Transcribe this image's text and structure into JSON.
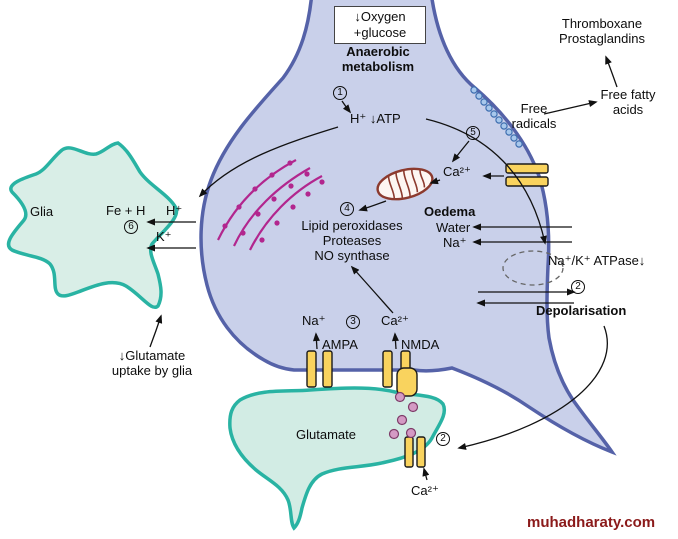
{
  "labels": {
    "oxygen_line1": "↓Oxygen",
    "oxygen_line2": "+glucose",
    "anaerobic_line1": "Anaerobic",
    "anaerobic_line2": "metabolism",
    "h_atp": "H⁺ ↓ATP",
    "thromboxane_line1": "Thromboxane",
    "thromboxane_line2": "Prostaglandins",
    "free_fatty_line1": "Free fatty",
    "free_fatty_line2": "acids",
    "free_radicals_line1": "Free",
    "free_radicals_line2": "radicals",
    "ca_mito": "Ca²⁺",
    "oedema": "Oedema",
    "water": "Water",
    "na_oedema": "Na⁺",
    "atpase": "Na⁺/K⁺ ATPase↓",
    "depolarisation": "Depolarisation",
    "enzymes_line1": "Lipid peroxidases",
    "enzymes_line2": "Proteases",
    "enzymes_line3": "NO synthase",
    "glia": "Glia",
    "fe_h": "Fe + H",
    "h_ion": "H⁺",
    "k_ion": "K⁺",
    "na_receptor": "Na⁺",
    "ca_receptor": "Ca²⁺",
    "ampa": "AMPA",
    "nmda": "NMDA",
    "glutamate_uptake_line1": "↓Glutamate",
    "glutamate_uptake_line2": "uptake by glia",
    "glutamate": "Glutamate",
    "ca_presynaptic": "Ca²⁺",
    "watermark": "muhadharaty.com"
  },
  "steps": {
    "step1": "1",
    "step2_pump": "2",
    "step2_presynaptic": "2",
    "step3": "3",
    "step4": "4",
    "step5": "5",
    "step6": "6"
  },
  "colors": {
    "neuron_fill": "#c9d0ea",
    "neuron_stroke": "#5562a8",
    "glia_fill": "#d9eee7",
    "glia_stroke": "#29b3a3",
    "terminal_fill": "#d2ece4",
    "channel_fill": "#f9d35e",
    "channel_stroke": "#1a1a1a",
    "mitochondria_stroke": "#8c3a2e",
    "er_color": "#b2268e",
    "vesicle_fill": "#d49ac4",
    "radical_fill": "#a8c8ec",
    "arrow_color": "#111111",
    "watermark_color": "#8b1a1a"
  }
}
